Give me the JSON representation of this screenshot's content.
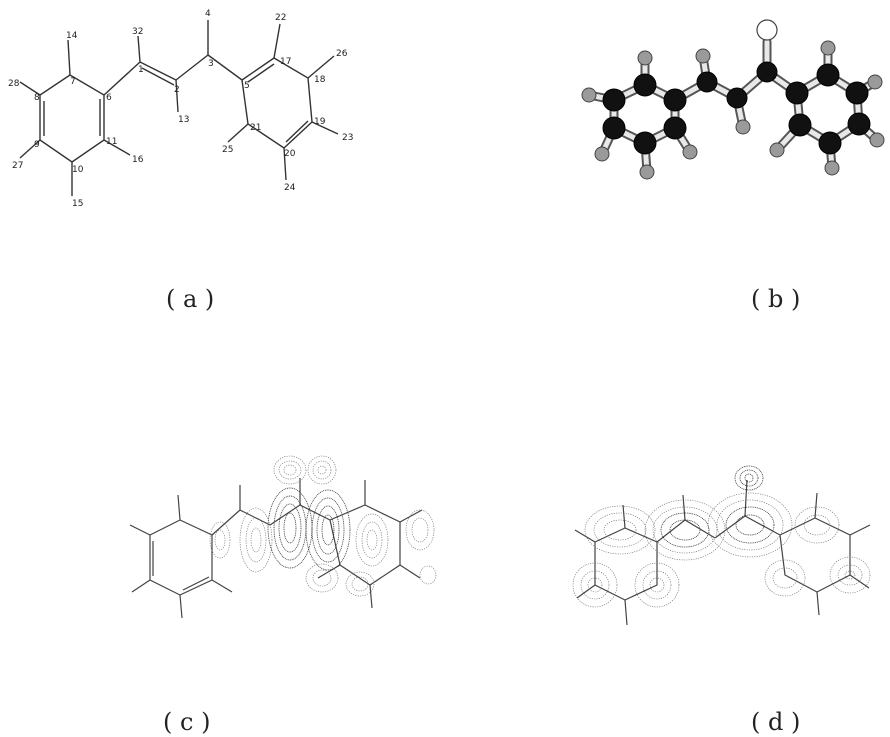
{
  "labels": {
    "a": "( a )",
    "b": "( b )",
    "c": "( c )",
    "d": "( d )"
  },
  "atom_numbers": {
    "h14": "14",
    "h32": "32",
    "h4": "4",
    "h22": "22",
    "h28": "28",
    "c7": "7",
    "c8": "8",
    "c6": "6",
    "c1": "1",
    "c2": "2",
    "c3": "3",
    "c5": "5",
    "c17": "17",
    "c18": "18",
    "h26": "26",
    "h13": "13",
    "c9": "9",
    "c11": "11",
    "h16": "16",
    "c21": "21",
    "c19": "19",
    "h25": "25",
    "h23": "23",
    "h27": "27",
    "c10": "10",
    "c20": "20",
    "h24": "24",
    "h15": "15"
  }
}
